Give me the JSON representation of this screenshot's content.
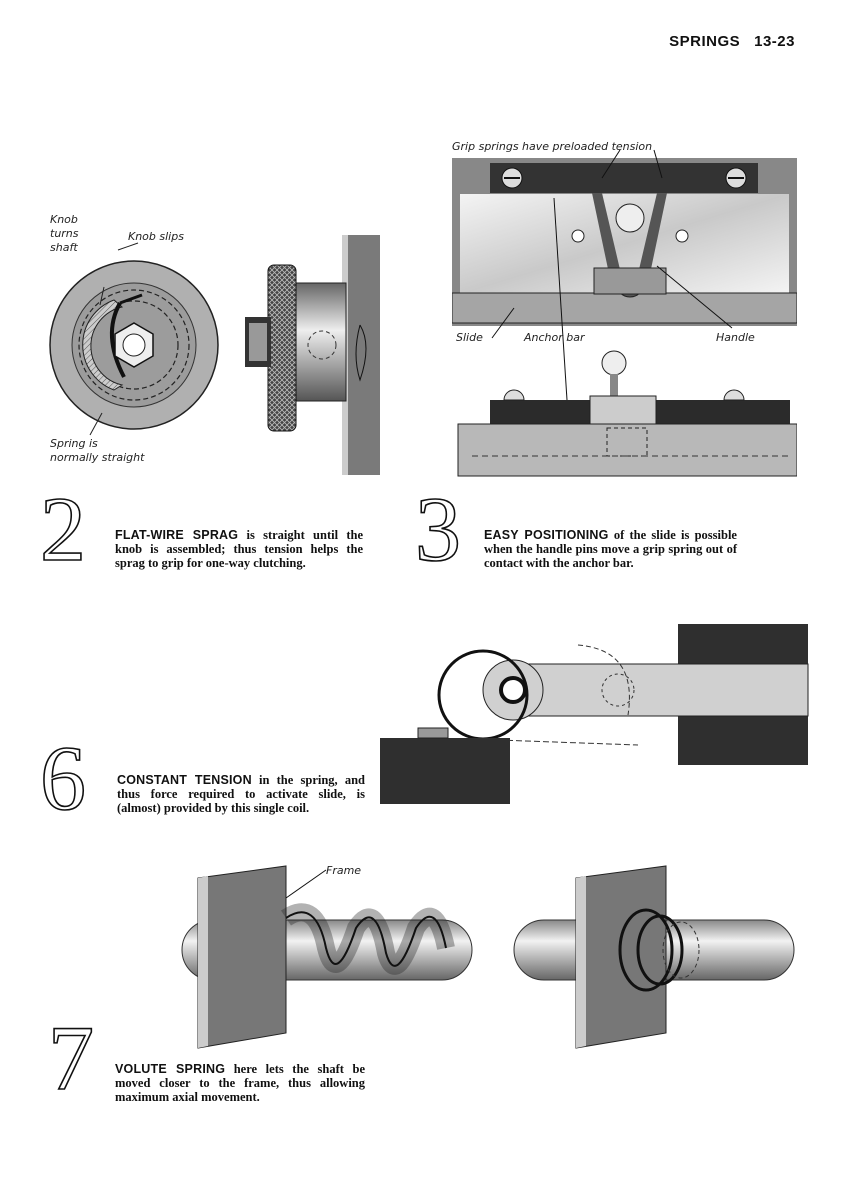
{
  "header": {
    "section": "SPRINGS",
    "page": "13-23"
  },
  "items": [
    {
      "number": "2",
      "title": "FLAT-WIRE SPRAG",
      "text": " is straight until the knob is assembled; thus tension helps the sprag to grip for one-way clutching.",
      "labels": {
        "knob_turns_1": "Knob",
        "knob_turns_2": "turns",
        "knob_turns_3": "shaft",
        "knob_slips": "Knob slips",
        "spring_1": "Spring is",
        "spring_2": "normally straight"
      }
    },
    {
      "number": "3",
      "title": "EASY POSITIONING",
      "text": " of the slide is possible when the handle pins move a grip spring out of contact with the anchor bar.",
      "labels": {
        "grip": "Grip springs have preloaded tension",
        "slide": "Slide",
        "anchor": "Anchor bar",
        "handle": "Handle"
      }
    },
    {
      "number": "6",
      "title": "CONSTANT TENSION",
      "text": " in the spring, and thus force required to activate slide, is (almost) provided by this single coil."
    },
    {
      "number": "7",
      "title": "VOLUTE SPRING",
      "text": " here lets the shaft be moved closer to the frame, thus allowing maximum axial movement.",
      "labels": {
        "frame": "Frame"
      }
    }
  ]
}
